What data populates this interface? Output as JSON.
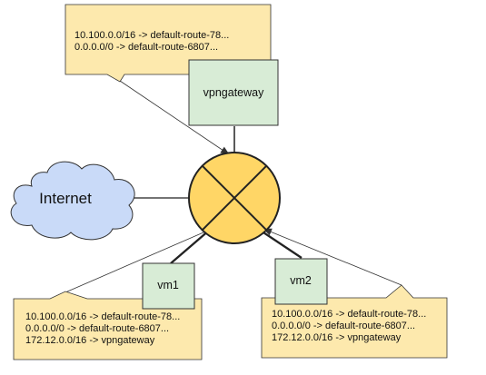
{
  "colors": {
    "callout_fill": "#FDE9AD",
    "box_fill": "#D8ECD6",
    "router_fill": "#FFD666",
    "cloud_fill": "#C9DAF8",
    "stroke": "#333333"
  },
  "internet": {
    "label": "Internet"
  },
  "router": {
    "icon": "router-icon"
  },
  "vpngateway": {
    "label": "vpngateway",
    "routes": [
      "10.100.0.0/16 -> default-route-78...",
      "0.0.0.0/0 -> default-route-6807..."
    ]
  },
  "vm1": {
    "label": "vm1",
    "routes": [
      "10.100.0.0/16 -> default-route-78...",
      "0.0.0.0/0 -> default-route-6807...",
      "172.12.0.0/16 -> vpngateway"
    ]
  },
  "vm2": {
    "label": "vm2",
    "routes": [
      "10.100.0.0/16 -> default-route-78...",
      "0.0.0.0/0 -> default-route-6807...",
      "172.12.0.0/16 -> vpngateway"
    ]
  }
}
